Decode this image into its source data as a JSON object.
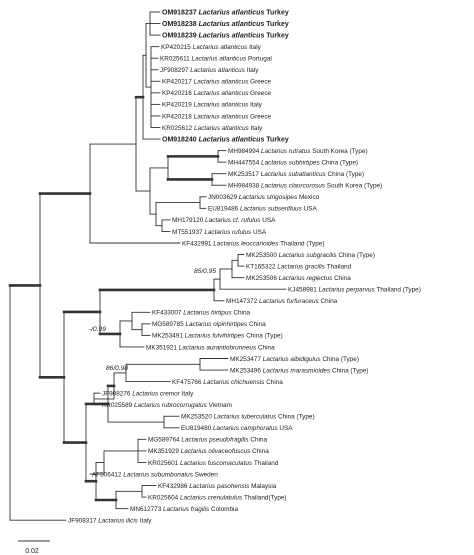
{
  "tree": {
    "taxa": [
      {
        "acc": "OM918237",
        "species": "Lactarius atlanticus",
        "suffix": "Turkey",
        "bold": true
      },
      {
        "acc": "OM918238",
        "species": "Lactarius atlanticus",
        "suffix": "Turkey",
        "bold": true
      },
      {
        "acc": "OM918239",
        "species": "Lactarius atlanticus",
        "suffix": "Turkey",
        "bold": true
      },
      {
        "acc": "KP420215",
        "species": "Lactarius atlanticus",
        "suffix": "Italy",
        "bold": false
      },
      {
        "acc": "KR025611",
        "species": "Lactarius atlanticus",
        "suffix": "Portugal",
        "bold": false
      },
      {
        "acc": "JF908297",
        "species": "Lactarius atlanticus",
        "suffix": "Italy",
        "bold": false
      },
      {
        "acc": "KP420217",
        "species": "Lactarius atlanticus",
        "suffix": "Greece",
        "bold": false
      },
      {
        "acc": "KP420216",
        "species": "Lactarius atlanticus",
        "suffix": "Greece",
        "bold": false
      },
      {
        "acc": "KP420219",
        "species": "Lactarius atlanticus",
        "suffix": "Italy",
        "bold": false
      },
      {
        "acc": "KP420218",
        "species": "Lactarius atlanticus",
        "suffix": "Greece",
        "bold": false
      },
      {
        "acc": "KR025612",
        "species": "Lactarius atlanticus",
        "suffix": "Italy",
        "bold": false
      },
      {
        "acc": "OM918240",
        "species": "Lactarius atlanticus",
        "suffix": "Turkey",
        "bold": true
      },
      {
        "acc": "MH984994",
        "species": "Lactarius rutratus",
        "suffix": "South Korea (Type)",
        "bold": false
      },
      {
        "acc": "MH447554",
        "species": "Lactarius subhirtipes",
        "suffix": "China (Type)",
        "bold": false
      },
      {
        "acc": "MK253517",
        "species": "Lactarius subatlanticus",
        "suffix": "China (Type)",
        "bold": false
      },
      {
        "acc": "MH984938",
        "species": "Lactarius claorcorosus",
        "suffix": "South Korea (Type)",
        "bold": false
      },
      {
        "acc": "JN003629",
        "species": "Lactarius strigosipes",
        "suffix": "Mexico",
        "bold": false
      },
      {
        "acc": "EU819486",
        "species": "Lactarius subserifluus",
        "suffix": "USA",
        "bold": false
      },
      {
        "acc": "MH179120",
        "species": "Lactarius cf. rufulus",
        "suffix": "USA",
        "bold": false
      },
      {
        "acc": "MT551937",
        "species": "Lactarius rufulus",
        "suffix": "USA",
        "bold": false
      },
      {
        "acc": "KF432991",
        "species": "Lactarius leoccarioides",
        "suffix": "Thailand (Type)",
        "bold": false
      },
      {
        "acc": "MK253500",
        "species": "Lactarius subgracilis",
        "suffix": "China (Type)",
        "bold": false
      },
      {
        "acc": "KT165322",
        "species": "Lactarius gracilis",
        "suffix": "Thailand",
        "bold": false
      },
      {
        "acc": "MK253506",
        "species": "Lactarius regiectus",
        "suffix": "China",
        "bold": false
      },
      {
        "acc": "KJ458981",
        "species": "Lactarius perparvus",
        "suffix": "Thailand (Type)",
        "bold": false
      },
      {
        "acc": "MH147372",
        "species": "Lactarius furfuraceus",
        "suffix": "China",
        "bold": false
      },
      {
        "acc": "KF433007",
        "species": "Lactarius hirtipus",
        "suffix": "China",
        "bold": false
      },
      {
        "acc": "MG589785",
        "species": "Lactarius olpinhirtipes",
        "suffix": "China",
        "bold": false
      },
      {
        "acc": "MK253491",
        "species": "Lactarius fulvihirtipes",
        "suffix": "China (Type)",
        "bold": false
      },
      {
        "acc": "MK351921",
        "species": "Lactarius aurantiobrunneus",
        "suffix": "China",
        "bold": false
      },
      {
        "acc": "MK253477",
        "species": "Lactarius albidigulus",
        "suffix": "China (Type)",
        "bold": false
      },
      {
        "acc": "MK253496",
        "species": "Lactarius marasmioides",
        "suffix": "China (Type)",
        "bold": false
      },
      {
        "acc": "KF475766",
        "species": "Lactarius chichuensis",
        "suffix": "China",
        "bold": false
      },
      {
        "acc": "JF908276",
        "species": "Lactarius cremor",
        "suffix": "Italy",
        "bold": false
      },
      {
        "acc": "KR025589",
        "species": "Lactarius rubrocorrugatus",
        "suffix": "Vietnam",
        "bold": false
      },
      {
        "acc": "MK253520",
        "species": "Lactarius tuberculatus",
        "suffix": "China (Type)",
        "bold": false
      },
      {
        "acc": "EU819480",
        "species": "Lactarius camphoratus",
        "suffix": "USA",
        "bold": false
      },
      {
        "acc": "MG589764",
        "species": "Lactarius pseudofragilis",
        "suffix": "China",
        "bold": false
      },
      {
        "acc": "MK351929",
        "species": "Lactarius olivaceofuscus",
        "suffix": "China",
        "bold": false
      },
      {
        "acc": "KR025601",
        "species": "Lactarius fuscomaculatus",
        "suffix": "Thailand",
        "bold": false
      },
      {
        "acc": "AF506412",
        "species": "Lactarius subumbonatus",
        "suffix": "Sweden",
        "bold": false
      },
      {
        "acc": "KF432986",
        "species": "Lactarius pasohensis",
        "suffix": "Malaysia",
        "bold": false
      },
      {
        "acc": "KR025604",
        "species": "Lactarius crenulatulus",
        "suffix": "Thailand(Type)",
        "bold": false
      },
      {
        "acc": "MN612773",
        "species": "Lactarius fragilis",
        "suffix": "Colombia",
        "bold": false
      },
      {
        "acc": "JF908317",
        "species": "Lactarius ilicis",
        "suffix": "Italy",
        "bold": false
      }
    ],
    "supports": [
      {
        "id": "s1",
        "text": "85/0.95"
      },
      {
        "id": "s2",
        "text": "-/0.99"
      },
      {
        "id": "s3",
        "text": "86/0.98"
      }
    ],
    "scale_bar": {
      "label": "0.02"
    }
  }
}
